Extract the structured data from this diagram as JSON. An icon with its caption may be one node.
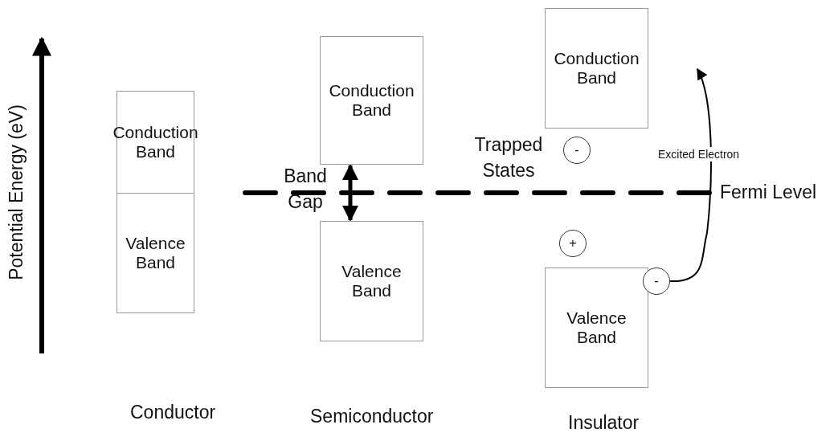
{
  "diagram": {
    "nodes": [
      {
        "text": [
          "Conduction Band"
        ]
      },
      {
        "text": [
          "Valence Band"
        ]
      },
      {
        "text": [
          "Conduction Band"
        ]
      },
      {
        "text": [
          "Valence Band"
        ]
      },
      {
        "text": [
          "Conduction Band"
        ]
      },
      {
        "text": [
          "-"
        ]
      },
      {
        "text": [
          "+"
        ]
      },
      {
        "text": [
          "Valence Band"
        ]
      },
      {
        "text": [
          "-"
        ]
      }
    ],
    "edges": [
      {
        "from": 2,
        "to": 3,
        "arrow": "both",
        "style": "thick"
      },
      {
        "from": 8,
        "to": 4,
        "arrow": "to",
        "label": "Excited Electron"
      }
    ],
    "labels": [
      "Potential Energy (eV)",
      "Band Gap",
      "Trapped States",
      "Fermi Level",
      "Conductor",
      "Semiconductor",
      "Insulator"
    ]
  }
}
